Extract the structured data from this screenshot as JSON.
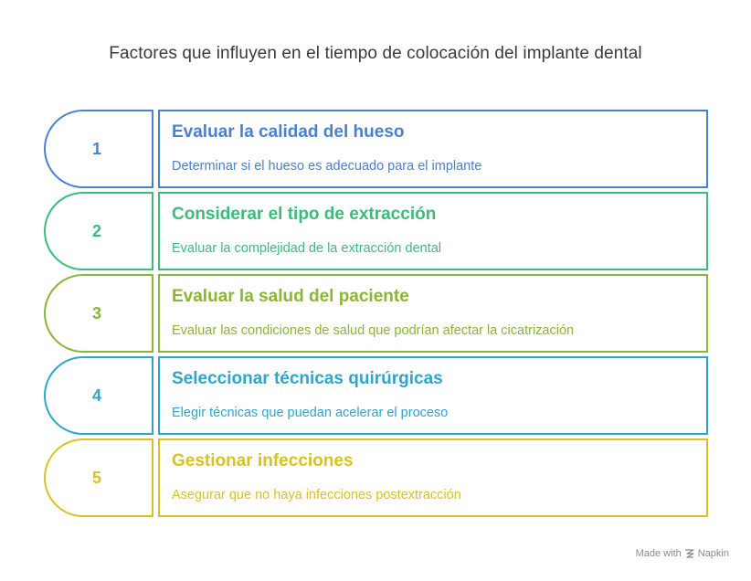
{
  "title": "Factores que influyen en el tiempo de colocación del implante dental",
  "steps": [
    {
      "number": "1",
      "heading": "Evaluar la calidad del hueso",
      "description": "Determinar si el hueso es adecuado para el implante",
      "color": "#4a80d0"
    },
    {
      "number": "2",
      "heading": "Considerar el tipo de extracción",
      "description": "Evaluar la complejidad de la extracción dental",
      "color": "#3dbb7a"
    },
    {
      "number": "3",
      "heading": "Evaluar la salud del paciente",
      "description": "Evaluar las condiciones de salud que podrían afectar la cicatrización",
      "color": "#8ab535"
    },
    {
      "number": "4",
      "heading": "Seleccionar técnicas quirúrgicas",
      "description": "Elegir técnicas que puedan acelerar el proceso",
      "color": "#2ea5cf"
    },
    {
      "number": "5",
      "heading": "Gestionar infecciones",
      "description": "Asegurar que no haya infecciones postextracción",
      "color": "#d8c222"
    }
  ],
  "footer": {
    "made_with": "Made with",
    "brand": "Napkin",
    "brand_icon": "napkin-logo-icon"
  }
}
